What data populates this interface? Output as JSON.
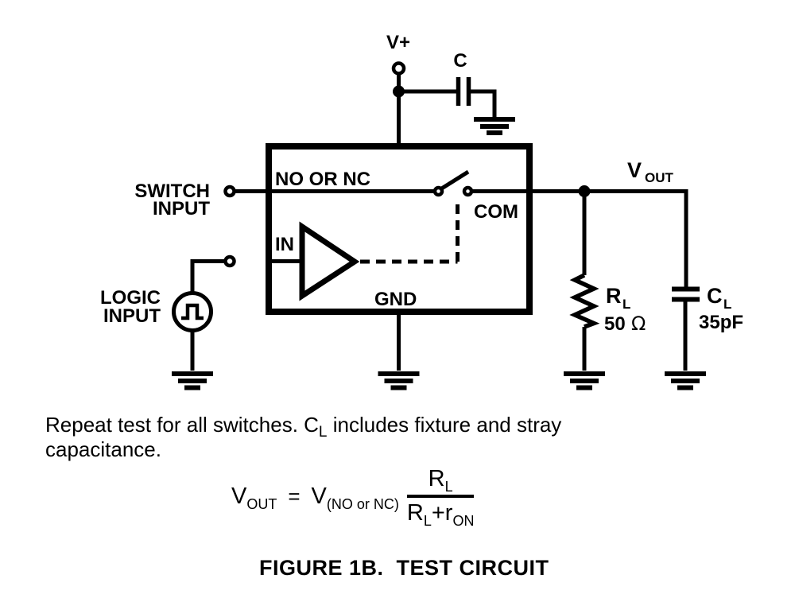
{
  "colors": {
    "ink": "#000000",
    "background": "#ffffff"
  },
  "circuit": {
    "supply_label": "V+",
    "decoupling_cap_label": "C",
    "ic": {
      "pin_no_nc": "NO OR NC",
      "pin_com": "COM",
      "pin_in": "IN",
      "pin_gnd": "GND"
    },
    "switch_input": {
      "line1": "SWITCH",
      "line2": "INPUT"
    },
    "logic_input": {
      "line1": "LOGIC",
      "line2": "INPUT"
    },
    "output_label": {
      "base": "V",
      "sub": "OUT"
    },
    "load_resistor": {
      "ref_base": "R",
      "ref_sub": "L",
      "value": "50",
      "unit": "Ω"
    },
    "load_capacitor": {
      "ref_base": "C",
      "ref_sub": "L",
      "value": "35pF"
    }
  },
  "note": {
    "line1_pre": "Repeat test for all switches. C",
    "line1_sub": "L",
    "line1_post": " includes fixture and stray",
    "line2": "capacitance."
  },
  "formula": {
    "lhs_base": "V",
    "lhs_sub": "OUT",
    "equals": "=",
    "rhs_base": "V",
    "rhs_sub": "(NO or NC)",
    "num_base": "R",
    "num_sub": "L",
    "den_base1": "R",
    "den_sub1": "L",
    "den_op": "+",
    "den_base2": "r",
    "den_sub2": "ON"
  },
  "caption": "FIGURE 1B.  TEST CIRCUIT"
}
